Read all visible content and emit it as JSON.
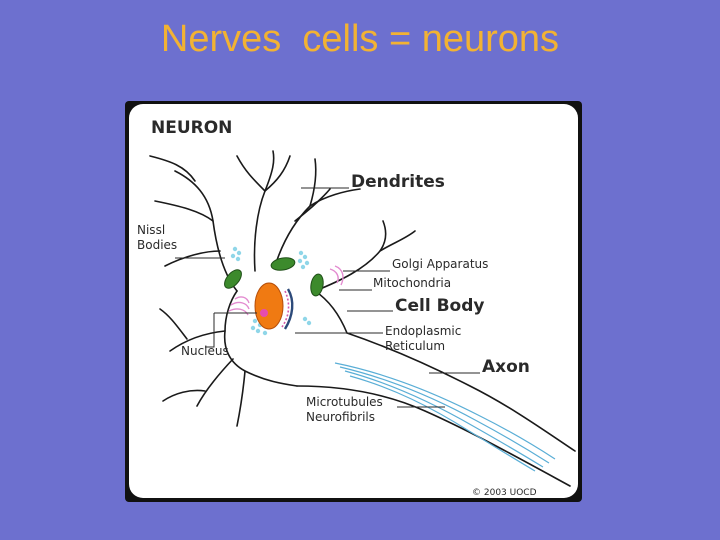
{
  "slide": {
    "title": "Nerves  cells = neurons"
  },
  "figure": {
    "heading": "NEURON",
    "labels": {
      "dendrites": "Dendrites",
      "nissl_line1": "Nissl",
      "nissl_line2": "Bodies",
      "golgi": "Golgi Apparatus",
      "mitochondria": "Mitochondria",
      "cell_body": "Cell Body",
      "nucleus": "Nucleus",
      "er_line1": "Endoplasmic",
      "er_line2": "Reticulum",
      "axon": "Axon",
      "micro_line1": "Microtubules",
      "micro_line2": "Neurofibrils",
      "copyright": "© 2003 UOCD"
    },
    "colors": {
      "heading": "#e8782a",
      "nucleus": "#f07a12",
      "mitochondria": "#3c8a2c",
      "nissl": "#8fd6e8",
      "er": "#d35aa8",
      "golgi": "#e38bd0",
      "microtubules": "#5aaed6",
      "membrane": "#2d4a7a",
      "slide_bg": "#6d70cf",
      "title": "#f2b233"
    }
  }
}
